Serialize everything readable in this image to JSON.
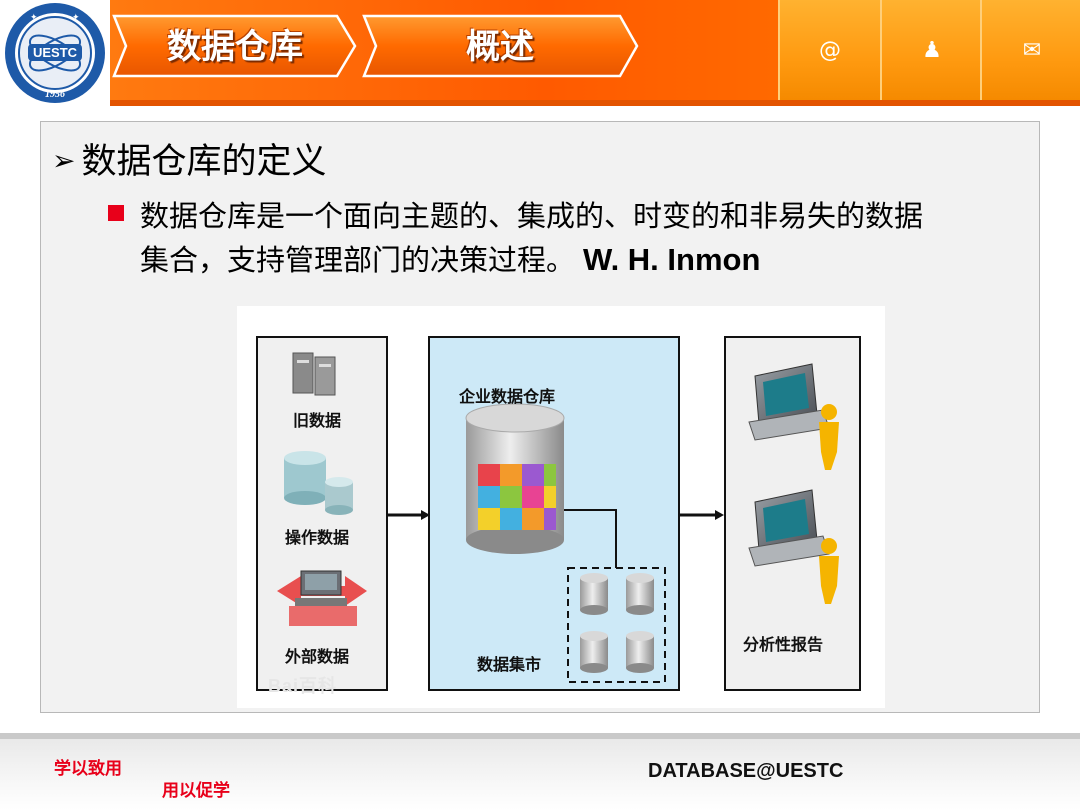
{
  "header": {
    "tabs": [
      {
        "label": "数据仓库"
      },
      {
        "label": "概述"
      }
    ],
    "icons": [
      {
        "name": "at-icon",
        "glyph": "@"
      },
      {
        "name": "person-icon",
        "glyph": "♟"
      },
      {
        "name": "mail-icon",
        "glyph": "✉"
      }
    ],
    "logo": {
      "text": "UESTC",
      "year": "1956"
    },
    "colors": {
      "accent": "#ff6a00",
      "icon_bg": "#ffa020"
    }
  },
  "content": {
    "heading": "数据仓库的定义",
    "definition_lines": [
      "数据仓库是一个面向主题的、集成的、时变的和非易失的数据",
      "集合，支持管理部门的决策过程。"
    ],
    "author": "W. H. Inmon"
  },
  "diagram": {
    "sources": [
      "旧数据",
      "操作数据",
      "外部数据"
    ],
    "warehouse_title": "企业数据仓库",
    "datamart_label": "数据集市",
    "analysis_label": "分析性报告",
    "watermark": "Bai百科"
  },
  "footer": {
    "slogan_line1": "学以致用",
    "slogan_line2": "用以促学",
    "brand": "DATABASE@UESTC"
  }
}
